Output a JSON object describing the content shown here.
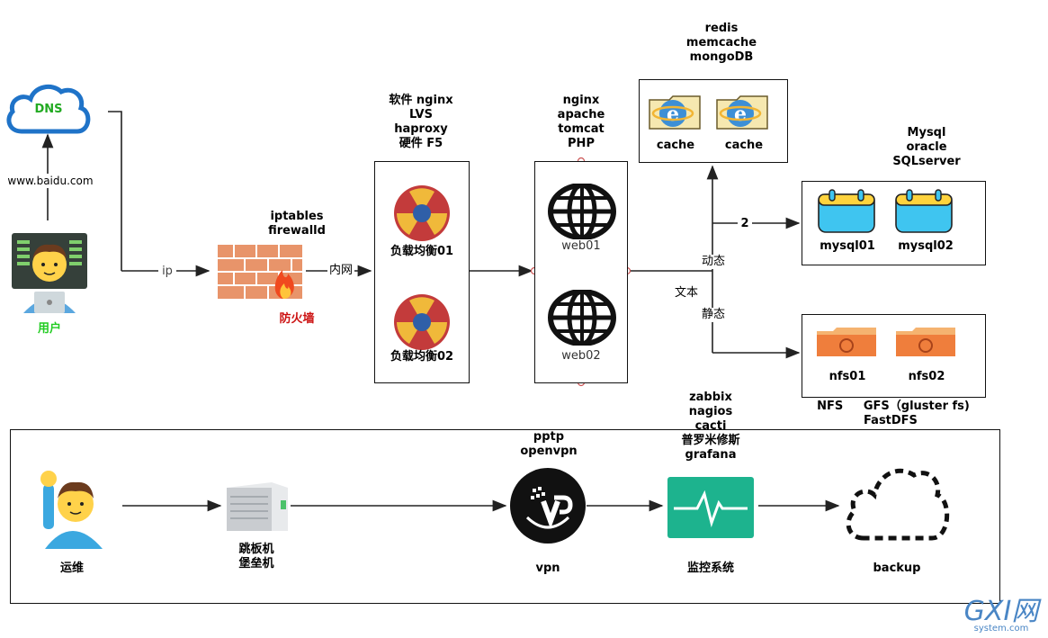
{
  "dns": {
    "label": "DNS"
  },
  "user": {
    "label": "用户",
    "url_label": "www.baidu.com"
  },
  "edges": {
    "ip": "ip",
    "neiwang": "内网",
    "dongtai": "动态",
    "jingtai": "静态",
    "wenben": "文本",
    "two": "2"
  },
  "firewall": {
    "software": [
      "iptables",
      "firewalld"
    ],
    "label": "防火墙"
  },
  "lb": {
    "header": [
      "软件 nginx",
      "LVS",
      "haproxy",
      "硬件 F5"
    ],
    "items": [
      "负载均衡01",
      "负载均衡02"
    ]
  },
  "web": {
    "header": [
      "nginx",
      "apache",
      "tomcat",
      "PHP"
    ],
    "items": [
      "web01",
      "web02"
    ]
  },
  "cache": {
    "header": [
      "redis",
      "memcache",
      "mongoDB"
    ],
    "items": [
      "cache",
      "cache"
    ]
  },
  "db": {
    "header": [
      "Mysql",
      "oracle",
      "SQLserver"
    ],
    "items": [
      "mysql01",
      "mysql02"
    ]
  },
  "nfs": {
    "items": [
      "nfs01",
      "nfs02"
    ],
    "footer": [
      "NFS     GFS（gluster fs)",
      "FastDFS"
    ]
  },
  "ops": {
    "admin": "运维",
    "jump": [
      "跳板机",
      "堡垒机"
    ],
    "vpn_header": [
      "pptp",
      "openvpn"
    ],
    "vpn": "vpn",
    "monitor_header": [
      "zabbix",
      "nagios",
      "cacti",
      "普罗米修斯",
      "grafana"
    ],
    "monitor": "监控系统",
    "backup": "backup"
  },
  "watermark": {
    "main": "GXI网",
    "sub": "system.com"
  },
  "colors": {
    "dns_text": "#22aa22",
    "user_text": "#22cc22",
    "firewall_text": "#cc1111",
    "line": "#222222",
    "monitor": "#1db38e"
  }
}
